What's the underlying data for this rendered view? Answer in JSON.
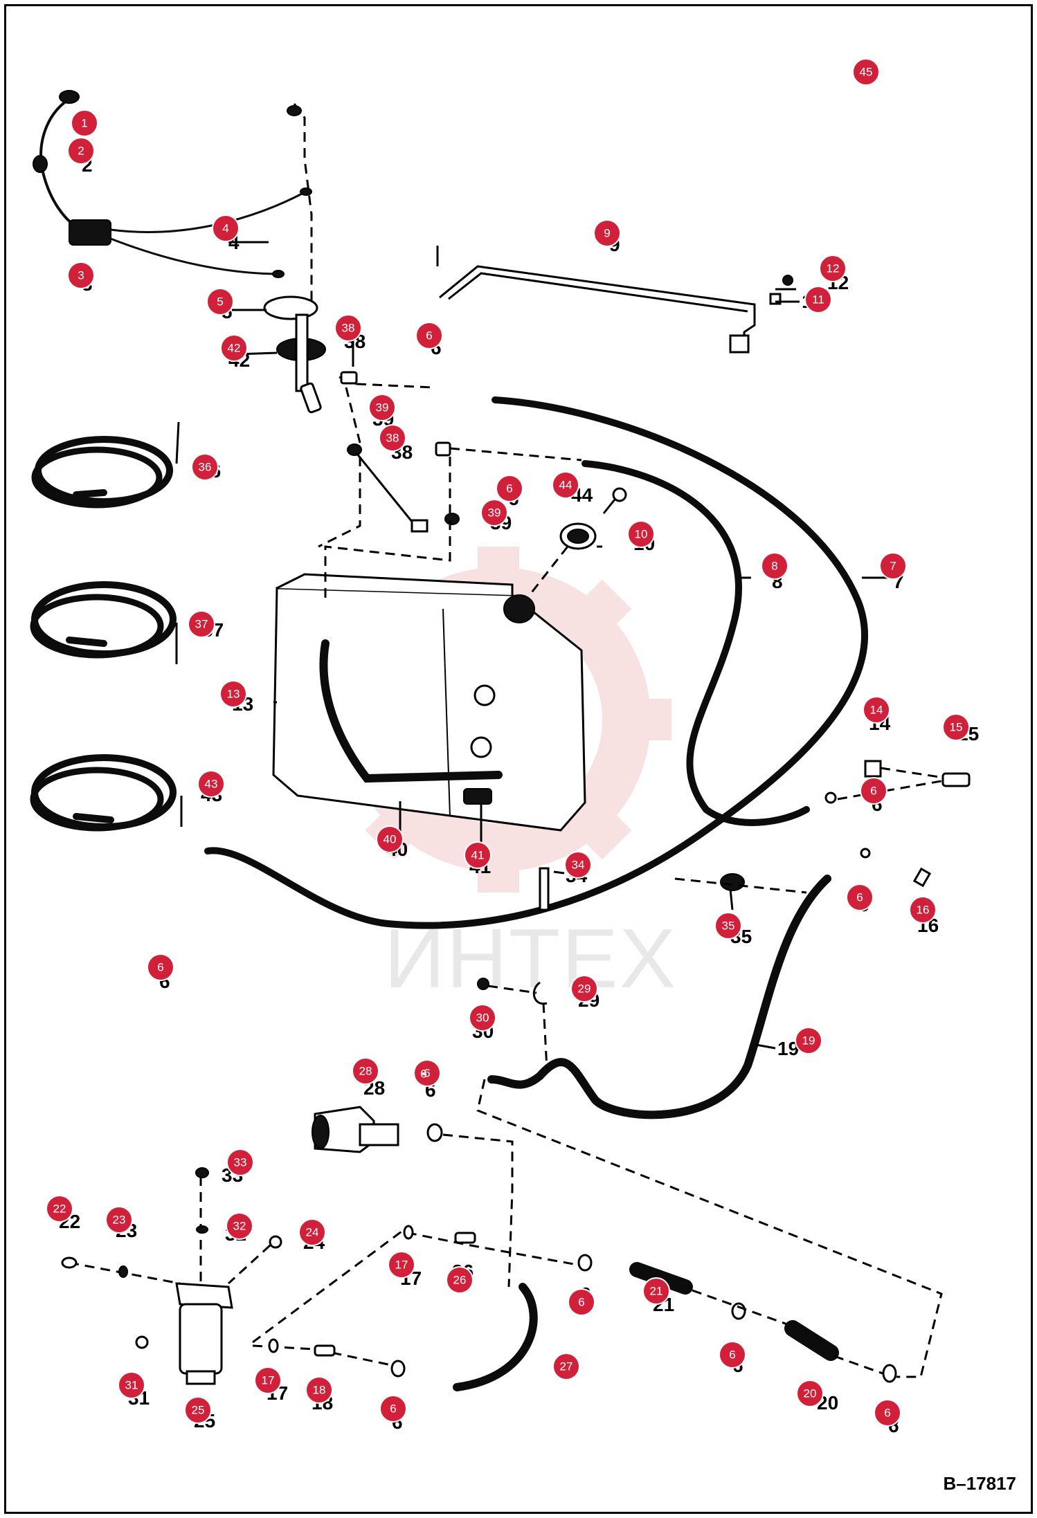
{
  "drawing_number": "B–17817",
  "watermark_text": "ИНТЕХ",
  "colors": {
    "callout": "#d1203a",
    "linework": "#000000",
    "watermark": "#f3c9c9"
  },
  "callouts": [
    "1",
    "2",
    "3",
    "4",
    "5",
    "6",
    "6",
    "6",
    "6",
    "6",
    "6",
    "6",
    "6",
    "6",
    "6",
    "6",
    "7",
    "8",
    "9",
    "10",
    "11",
    "12",
    "13",
    "14",
    "15",
    "16",
    "17",
    "17",
    "18",
    "19",
    "20",
    "21",
    "22",
    "23",
    "24",
    "25",
    "26",
    "27",
    "28",
    "29",
    "30",
    "31",
    "32",
    "33",
    "34",
    "35",
    "36",
    "37",
    "38",
    "38",
    "39",
    "39",
    "40",
    "41",
    "42",
    "43",
    "44",
    "45"
  ],
  "part_labels": [
    "1",
    "2",
    "3",
    "4",
    "5",
    "6",
    "6",
    "6",
    "6",
    "6",
    "6",
    "6",
    "6",
    "6",
    "6",
    "6",
    "7",
    "8",
    "9",
    "10",
    "11",
    "12",
    "13",
    "14",
    "15",
    "16",
    "17",
    "17",
    "18",
    "19",
    "20",
    "21",
    "22",
    "23",
    "24",
    "25",
    "26",
    "27",
    "28",
    "29",
    "30",
    "31",
    "32",
    "33",
    "34",
    "35",
    "36",
    "37",
    "38",
    "38",
    "39",
    "39",
    "40",
    "41",
    "42",
    "43",
    "44"
  ]
}
